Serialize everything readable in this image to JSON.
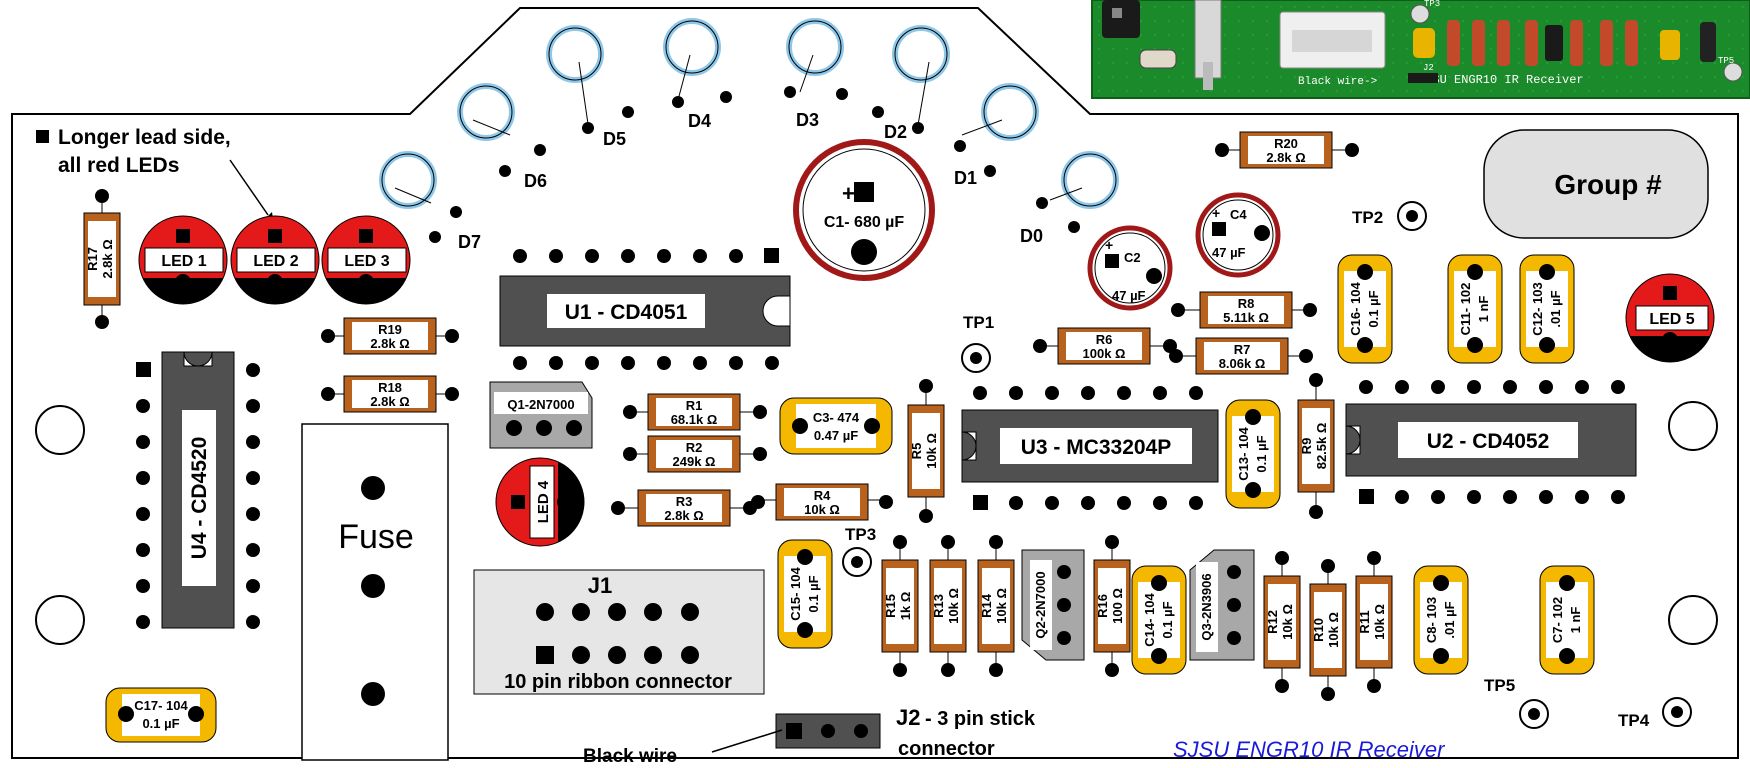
{
  "board": {
    "title": "SJSU ENGR10  IR Receiver",
    "group_label": "Group #",
    "note_line1": "Longer lead side,",
    "note_line2": "all red LEDs",
    "fuse_label": "Fuse",
    "j1_label": "J1",
    "j1_desc": "10 pin ribbon connector",
    "j2_label": "J2",
    "j2_desc1": "- 3 pin stick",
    "j2_desc2": "connector",
    "black_wire_label": "Black wire"
  },
  "photo": {
    "silk_text": "Black wire->",
    "silk_title": "SJSU ENGR10 IR Receiver",
    "tp_labels": [
      "TP3",
      "TP5"
    ],
    "j2_label": "J2"
  },
  "chips": {
    "u1": "U1 - CD4051",
    "u2": "U2 - CD4052",
    "u3": "U3 - MC33204P",
    "u4": "U4 - CD4520"
  },
  "leds": {
    "led1": "LED 1",
    "led2": "LED 2",
    "led3": "LED 3",
    "led4": "LED 4",
    "led5": "LED 5"
  },
  "photodiodes": {
    "d0": "D0",
    "d1": "D1",
    "d2": "D2",
    "d3": "D3",
    "d4": "D4",
    "d5": "D5",
    "d6": "D6",
    "d7": "D7"
  },
  "test_points": {
    "tp1": "TP1",
    "tp2": "TP2",
    "tp3": "TP3",
    "tp4": "TP4",
    "tp5": "TP5"
  },
  "transistors": {
    "q1": "Q1-2N7000",
    "q2": "Q2-2N7000",
    "q3": "Q3-2N3906"
  },
  "resistors": {
    "r1": {
      "name": "R1",
      "value": "68.1k Ω"
    },
    "r2": {
      "name": "R2",
      "value": "249k Ω"
    },
    "r3": {
      "name": "R3",
      "value": "2.8k Ω"
    },
    "r4": {
      "name": "R4",
      "value": "10k Ω"
    },
    "r5": {
      "name": "R5",
      "value": "10k Ω"
    },
    "r6": {
      "name": "R6",
      "value": "100k Ω"
    },
    "r7": {
      "name": "R7",
      "value": "8.06k Ω"
    },
    "r8": {
      "name": "R8",
      "value": "5.11k Ω"
    },
    "r9": {
      "name": "R9",
      "value": "82.5k Ω"
    },
    "r10": {
      "name": "R10",
      "value": "10k Ω"
    },
    "r11": {
      "name": "R11",
      "value": "10k Ω"
    },
    "r12": {
      "name": "R12",
      "value": "10k Ω"
    },
    "r13": {
      "name": "R13",
      "value": "10k Ω"
    },
    "r14": {
      "name": "R14",
      "value": "10k Ω"
    },
    "r15": {
      "name": "R15",
      "value": "1k Ω"
    },
    "r16": {
      "name": "R16",
      "value": "100 Ω"
    },
    "r17": {
      "name": "R17",
      "value": "2.8k Ω"
    },
    "r18": {
      "name": "R18",
      "value": "2.8k Ω"
    },
    "r19": {
      "name": "R19",
      "value": "2.8k Ω"
    },
    "r20": {
      "name": "R20",
      "value": "2.8k Ω"
    }
  },
  "capacitors": {
    "c1": "C1- 680 µF",
    "c2": {
      "name": "C2",
      "value": "47 µF"
    },
    "c3": {
      "name": "C3- 474",
      "value": "0.47 µF"
    },
    "c4": {
      "name": "C4",
      "value": "47 µF"
    },
    "c7": {
      "name": "C7- 102",
      "value": "1 nF"
    },
    "c8": {
      "name": "C8- 103",
      "value": ".01 µF"
    },
    "c11": {
      "name": "C11- 102",
      "value": "1 nF"
    },
    "c12": {
      "name": "C12- 103",
      "value": ".01 µF"
    },
    "c13": {
      "name": "C13- 104",
      "value": "0.1 µF"
    },
    "c14": {
      "name": "C14- 104",
      "value": "0.1 µF"
    },
    "c15": {
      "name": "C15- 104",
      "value": "0.1 µF"
    },
    "c16": {
      "name": "C16- 104",
      "value": "0.1 µF"
    },
    "c17": {
      "name": "C17- 104",
      "value": "0.1 µF"
    }
  },
  "colors": {
    "resistor": "#b8621e",
    "ceramic_cap": "#f5b800",
    "chip": "#505050",
    "led_red": "#e41a1a",
    "electrolytic": "#a01818",
    "photodiode_ring": "#8fc7e8",
    "pcb_green": "#1b8a2a",
    "title_blue": "#1a1ad8"
  }
}
